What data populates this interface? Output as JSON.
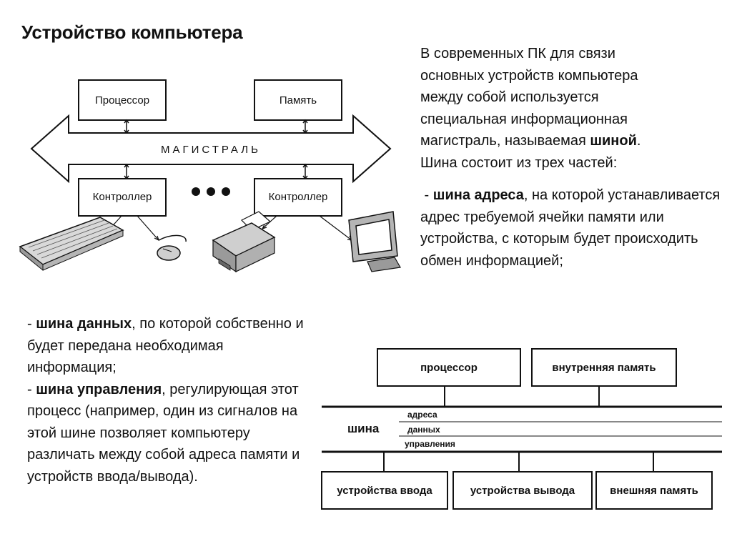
{
  "slide": {
    "title": "Устройство компьютера"
  },
  "intro": {
    "lines": [
      "В современных ПК для связи",
      "основных устройств компьютера",
      "между собой используется",
      "специальная информационная"
    ],
    "line5_pre": "магистраль, называемая ",
    "line5_bold": "шиной",
    "line5_post": ".",
    "line6": "Шина состоит из трех частей:"
  },
  "address_bus": {
    "prefix": " - ",
    "term": "шина адреса",
    "text": ", на которой устанавливается адрес требуемой ячейки памяти или устройства, с которым будет происходить обмен информацией;"
  },
  "data_bus": {
    "prefix": "- ",
    "term": "шина данных",
    "text": ", по которой собственно и будет передана необходимая информация;"
  },
  "control_bus": {
    "prefix": "- ",
    "term": "шина управления",
    "text": ", регулирующая этот процесс (например, один из сигналов на этой шине позволяет компьютеру различать между собой адреса памяти и устройств ввода/вывода)."
  },
  "pc_diagram": {
    "processor": "Процессор",
    "memory": "Память",
    "backbone": "МАГИСТРАЛЬ",
    "controller_left": "Контроллер",
    "controller_right": "Контроллер",
    "peripherals": [
      "keyboard-icon",
      "mouse-icon",
      "printer-icon",
      "monitor-icon"
    ]
  },
  "bus_diagram": {
    "processor": "процессор",
    "internal_memory": "внутренняя память",
    "bus_label": "шина",
    "address_line": "адреса",
    "data_line": "данных",
    "control_line": "управления",
    "input_devices": "устройства ввода",
    "output_devices": "устройства вывода",
    "external_memory": "внешняя память"
  }
}
